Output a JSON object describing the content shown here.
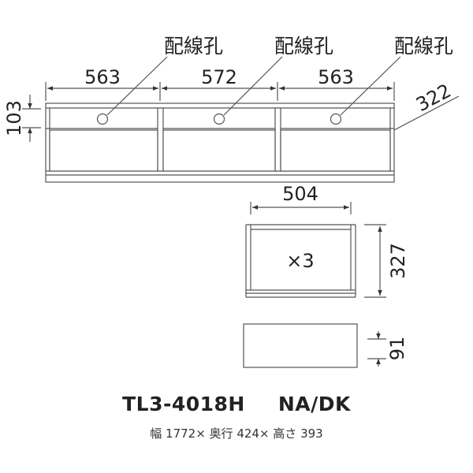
{
  "hole_label": "配線孔",
  "dims": {
    "w_left": "563",
    "w_center": "572",
    "w_right": "563",
    "depth": "322",
    "front_height": "103",
    "drawer_width": "504",
    "drawer_depth": "327",
    "drawer_count": "×3",
    "drawer_height": "91"
  },
  "model": {
    "code": "TL3-4018H",
    "color": "NA/DK"
  },
  "size_text": "幅 1772× 奥行 424× 高さ 393"
}
